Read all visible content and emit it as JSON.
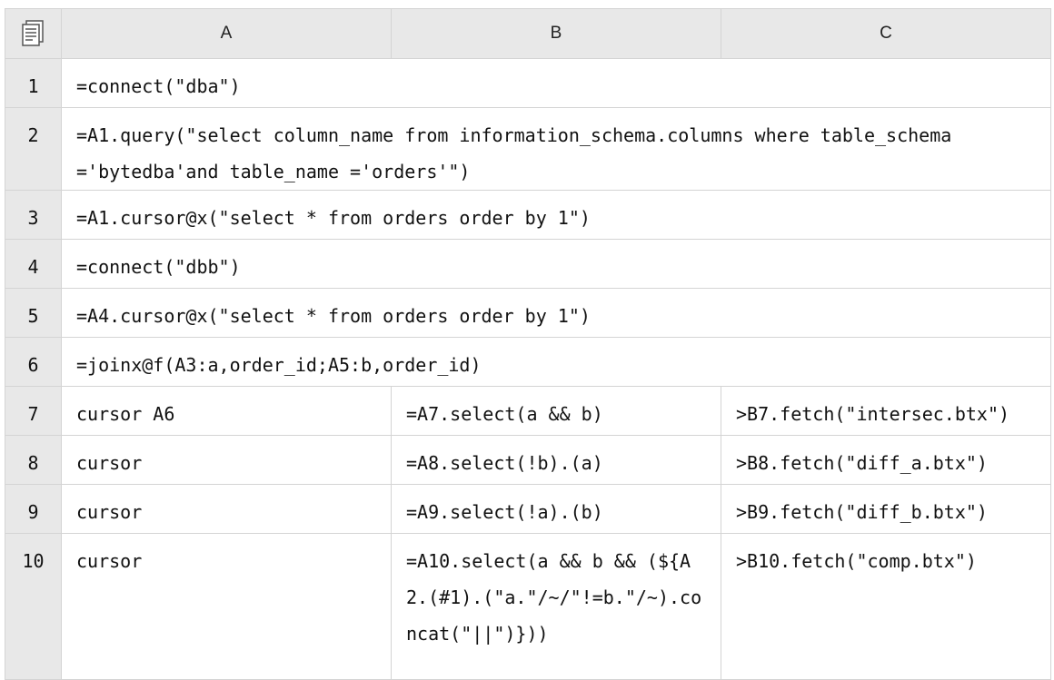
{
  "header": {
    "corner_icon": "sheet-menu-icon",
    "columns": [
      "A",
      "B",
      "C"
    ]
  },
  "rows": [
    {
      "num": "1",
      "A": "=connect(\"dba\")"
    },
    {
      "num": "2",
      "A": "=A1.query(\"select column_name from information_schema.columns where table_schema ='bytedba'and table_name ='orders'\")"
    },
    {
      "num": "3",
      "A": "=A1.cursor@x(\"select * from orders order by 1\")"
    },
    {
      "num": "4",
      "A": "=connect(\"dbb\")"
    },
    {
      "num": "5",
      "A": "=A4.cursor@x(\"select * from orders order by 1\")"
    },
    {
      "num": "6",
      "A": "=joinx@f(A3:a,order_id;A5:b,order_id)"
    },
    {
      "num": "7",
      "A": "cursor A6",
      "B": "=A7.select(a && b)",
      "C": ">B7.fetch(\"intersec.btx\")"
    },
    {
      "num": "8",
      "A": "cursor",
      "B": "=A8.select(!b).(a)",
      "C": ">B8.fetch(\"diff_a.btx\")"
    },
    {
      "num": "9",
      "A": "cursor",
      "B": "=A9.select(!a).(b)",
      "C": ">B9.fetch(\"diff_b.btx\")"
    },
    {
      "num": "10",
      "A": "cursor",
      "B": "=A10.select(a && b && (${A2.(#1).(\"a.\"/~/\"!=b.\"/~).concat(\"||\")}))",
      "C": ">B10.fetch(\"comp.btx\")"
    }
  ]
}
